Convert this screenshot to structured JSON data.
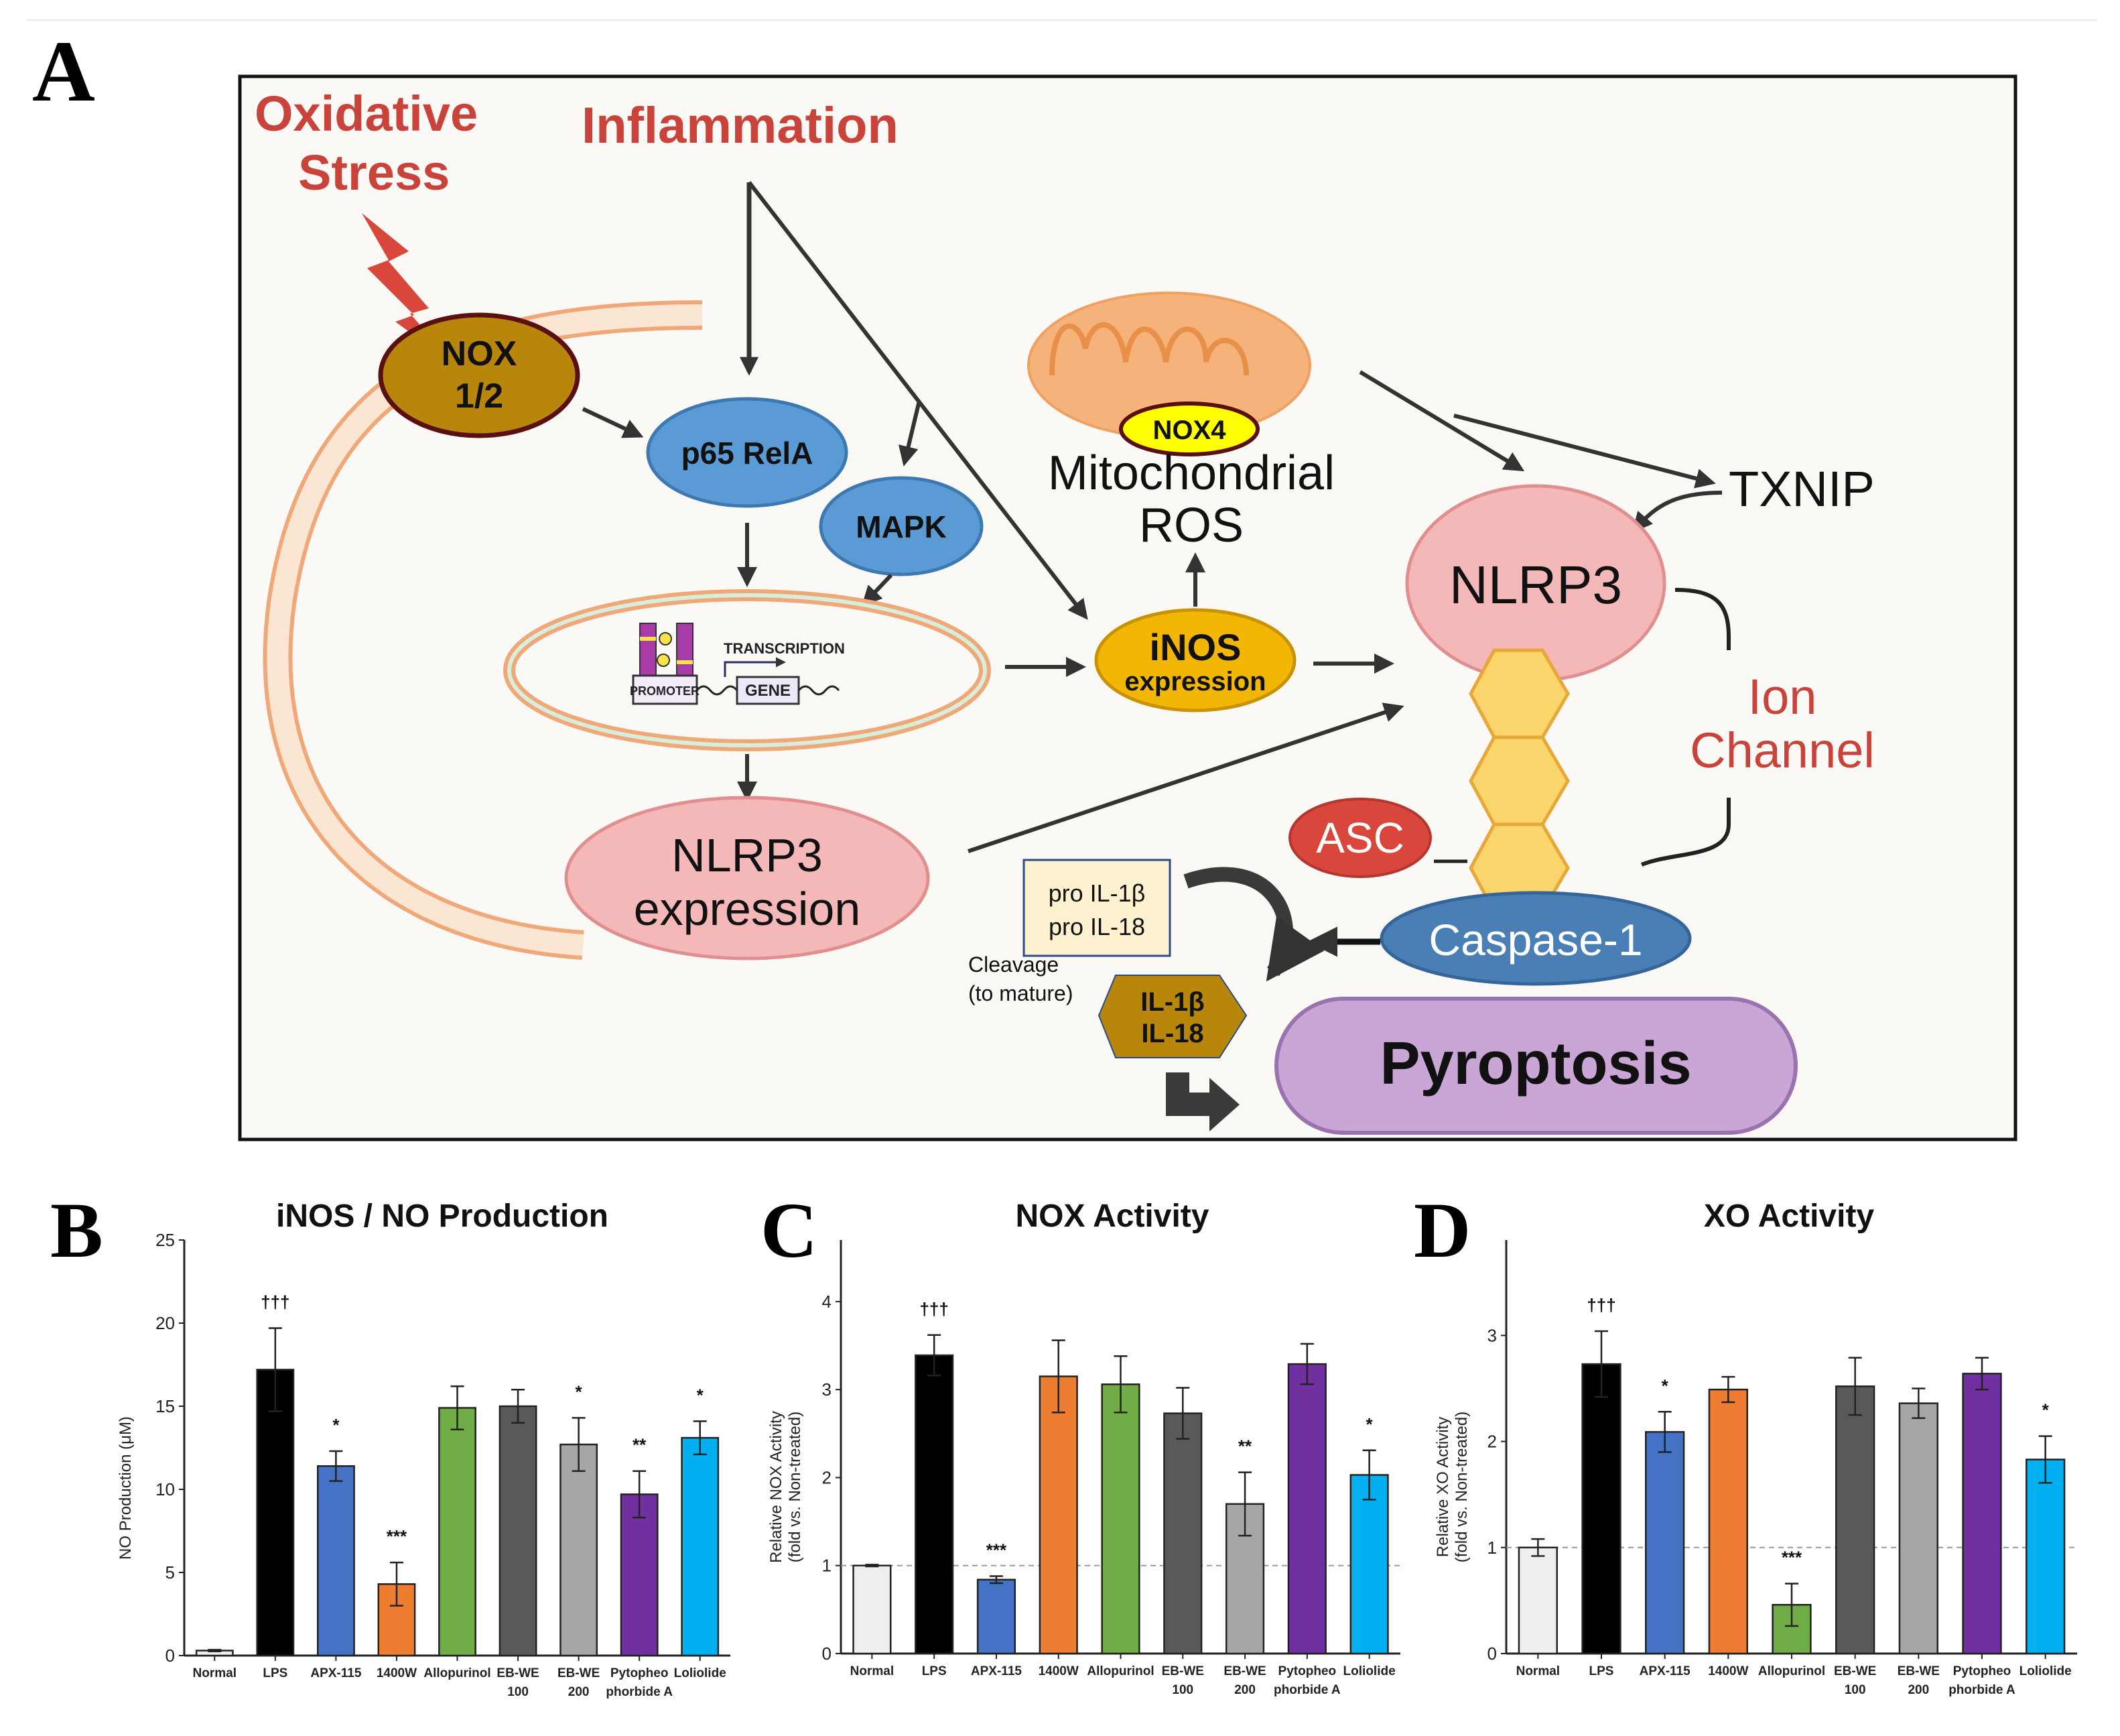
{
  "figure": {
    "panel_labels": [
      "A",
      "B",
      "C",
      "D"
    ]
  },
  "diagram": {
    "oxidative_stress": [
      "Oxidative",
      "Stress"
    ],
    "inflammation": "Inflammation",
    "nox12": [
      "NOX",
      "1/2"
    ],
    "p65": "p65 RelA",
    "mapk": "MAPK",
    "transcription": "TRANSCRIPTION",
    "promoter": "PROMOTER",
    "gene": "GENE",
    "nox4": "NOX4",
    "mito_ros": [
      "Mitochondrial",
      "ROS"
    ],
    "txnip": "TXNIP",
    "inos": [
      "iNOS",
      "expression"
    ],
    "nlrp3": "NLRP3",
    "nlrp3_expr": [
      "NLRP3",
      "expression"
    ],
    "ion_channel": [
      "Ion",
      "Channel"
    ],
    "asc": "ASC",
    "caspase": "Caspase-1",
    "pro_il": [
      "pro IL-1β",
      "pro IL-18"
    ],
    "cleavage": [
      "Cleavage",
      "(to mature)"
    ],
    "il_mature": [
      "IL-1β",
      "IL-18"
    ],
    "pyroptosis": "Pyroptosis",
    "colors": {
      "red_text": "#c9433a",
      "nox12_fill": "#b8860b",
      "blue_node": "#5b9bd5",
      "inos_fill": "#f2b705",
      "nlrp3_fill": "#f4b8b8",
      "asc_fill": "#d9463b",
      "caspase_fill": "#4a7fb5",
      "pyroptosis_fill": "#c9a6d6",
      "mito_fill": "#f5b27a"
    }
  },
  "chart_data": [
    {
      "panel": "B",
      "type": "bar",
      "title": "iNOS / NO Production",
      "xlabel": "",
      "ylabel": "NO Production (μM)",
      "ylim": [
        0,
        25
      ],
      "yticks": [
        0,
        5,
        10,
        15,
        20,
        25
      ],
      "reference_line": null,
      "categories": [
        "Normal",
        "LPS",
        "APX-115",
        "1400W",
        "Allopurinol",
        "EB-WE 100",
        "EB-WE 200",
        "Pytopheo phorbide A",
        "Loliolide"
      ],
      "category_lines": [
        [
          "Normal"
        ],
        [
          "LPS"
        ],
        [
          "APX-115"
        ],
        [
          "1400W"
        ],
        [
          "Allopurinol"
        ],
        [
          "EB-WE",
          "100"
        ],
        [
          "EB-WE",
          "200"
        ],
        [
          "Pytopheo",
          "phorbide A"
        ],
        [
          "Loliolide"
        ]
      ],
      "values": [
        0.3,
        17.2,
        11.4,
        4.3,
        14.9,
        15.0,
        12.7,
        9.7,
        13.1
      ],
      "errors": [
        0.05,
        2.5,
        0.9,
        1.3,
        1.3,
        1.0,
        1.6,
        1.4,
        1.0
      ],
      "significance": [
        "",
        "†††",
        "*",
        "***",
        "",
        "",
        "*",
        "**",
        "*"
      ],
      "colors": [
        "#eeeeee",
        "#000000",
        "#4472c4",
        "#ed7d31",
        "#70ad47",
        "#595959",
        "#a6a6a6",
        "#7030a0",
        "#00b0f0"
      ]
    },
    {
      "panel": "C",
      "type": "bar",
      "title": "NOX Activity",
      "xlabel": "",
      "ylabel": "Relative NOX Activity (fold vs. Non-treated)",
      "ylabel_lines": [
        "Relative NOX Activity",
        "(fold vs. Non-treated)"
      ],
      "ylim": [
        0,
        4.7
      ],
      "yticks": [
        0,
        1,
        2,
        3,
        4
      ],
      "reference_line": 1,
      "categories": [
        "Normal",
        "LPS",
        "APX-115",
        "1400W",
        "Allopurinol",
        "EB-WE 100",
        "EB-WE 200",
        "Pytopheo phorbide A",
        "Loliolide"
      ],
      "category_lines": [
        [
          "Normal"
        ],
        [
          "LPS"
        ],
        [
          "APX-115"
        ],
        [
          "1400W"
        ],
        [
          "Allopurinol"
        ],
        [
          "EB-WE",
          "100"
        ],
        [
          "EB-WE",
          "200"
        ],
        [
          "Pytopheo",
          "phorbide A"
        ],
        [
          "Loliolide"
        ]
      ],
      "values": [
        1.0,
        3.39,
        0.84,
        3.15,
        3.06,
        2.73,
        1.7,
        3.29,
        2.03
      ],
      "errors": [
        0.01,
        0.23,
        0.04,
        0.41,
        0.32,
        0.29,
        0.36,
        0.23,
        0.28
      ],
      "significance": [
        "",
        "†††",
        "***",
        "",
        "",
        "",
        "**",
        "",
        "*"
      ],
      "colors": [
        "#eeeeee",
        "#000000",
        "#4472c4",
        "#ed7d31",
        "#70ad47",
        "#595959",
        "#a6a6a6",
        "#7030a0",
        "#00b0f0"
      ]
    },
    {
      "panel": "D",
      "type": "bar",
      "title": "XO Activity",
      "xlabel": "",
      "ylabel": "Relative XO Activity (fold vs. Non-treated)",
      "ylabel_lines": [
        "Relative XO Activity",
        "(fold vs. Non-treated)"
      ],
      "ylim": [
        0,
        3.9
      ],
      "yticks": [
        0,
        1,
        2,
        3
      ],
      "reference_line": 1,
      "categories": [
        "Normal",
        "LPS",
        "APX-115",
        "1400W",
        "Allopurinol",
        "EB-WE 100",
        "EB-WE 200",
        "Pytopheo phorbide A",
        "Loliolide"
      ],
      "category_lines": [
        [
          "Normal"
        ],
        [
          "LPS"
        ],
        [
          "APX-115"
        ],
        [
          "1400W"
        ],
        [
          "Allopurinol"
        ],
        [
          "EB-WE",
          "100"
        ],
        [
          "EB-WE",
          "200"
        ],
        [
          "Pytopheo",
          "phorbide A"
        ],
        [
          "Loliolide"
        ]
      ],
      "values": [
        1.0,
        2.73,
        2.09,
        2.49,
        0.46,
        2.52,
        2.36,
        2.64,
        1.83
      ],
      "errors": [
        0.08,
        0.31,
        0.19,
        0.12,
        0.2,
        0.27,
        0.14,
        0.15,
        0.22
      ],
      "significance": [
        "",
        "†††",
        "*",
        "",
        "***",
        "",
        "",
        "",
        "*"
      ],
      "colors": [
        "#eeeeee",
        "#000000",
        "#4472c4",
        "#ed7d31",
        "#70ad47",
        "#595959",
        "#a6a6a6",
        "#7030a0",
        "#00b0f0"
      ]
    }
  ]
}
